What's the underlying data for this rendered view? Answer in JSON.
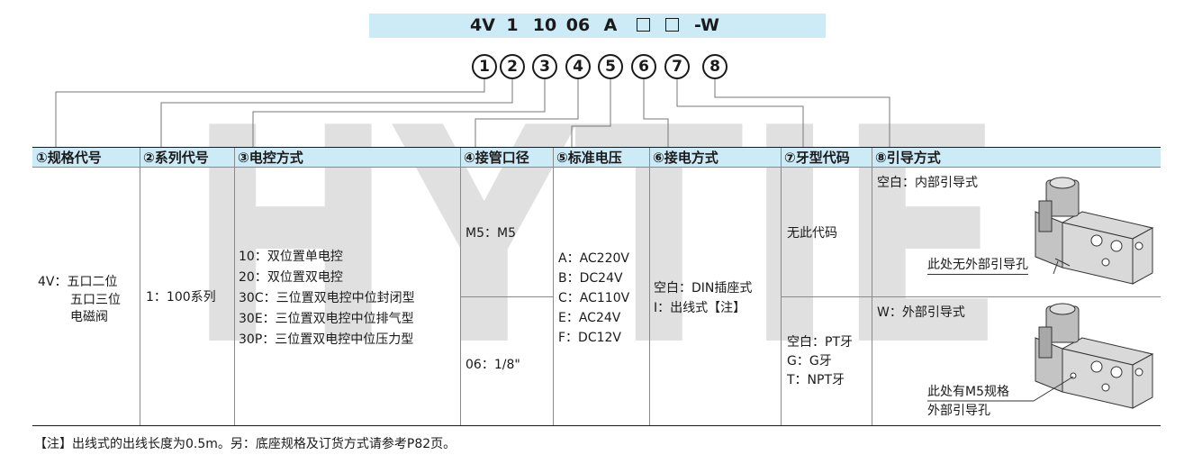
{
  "watermark": "HYTIE",
  "model_code": {
    "segments": [
      "4V",
      "1",
      "10",
      "06",
      "A",
      "□",
      "□",
      "-W"
    ],
    "circles": [
      "1",
      "2",
      "3",
      "4",
      "5",
      "6",
      "7",
      "8"
    ]
  },
  "headers": [
    "①规格代号",
    "②系列代号",
    "③电控方式",
    "④接管口径",
    "⑤标准电压",
    "⑥接电方式",
    "⑦牙型代码",
    "⑧引导方式"
  ],
  "col1": [
    "4V：五口二位",
    "五口三位",
    "电磁阀"
  ],
  "col2": [
    "1：100系列"
  ],
  "col3": [
    "10：双位置单电控",
    "20：双位置双电控",
    "30C：三位置双电控中位封闭型",
    "30E：三位置双电控中位排气型",
    "30P：三位置双电控中位压力型"
  ],
  "col4": [
    "M5：M5",
    "06：1/8\""
  ],
  "col5": [
    "A：AC220V",
    "B：DC24V",
    "C：AC110V",
    "E：AC24V",
    "F：DC12V"
  ],
  "col6": [
    "空白：DIN插座式",
    "I：出线式【注】"
  ],
  "col7": [
    "无此代码",
    "空白：PT牙",
    "G：G牙",
    "T：NPT牙"
  ],
  "col8": {
    "internal": "空白：内部引导式",
    "internal_callout": "此处无外部引导孔",
    "external": "W：外部引导式",
    "external_callout": [
      "此处有M5规格",
      "外部引导孔"
    ]
  },
  "note": "【注】出线式的出线长度为0.5m。另：底座规格及订货方式请参考P82页。",
  "colors": {
    "header_bg": "#cdeaf7",
    "watermark": "#d6d6d6",
    "ink": "#1a1a1a"
  }
}
